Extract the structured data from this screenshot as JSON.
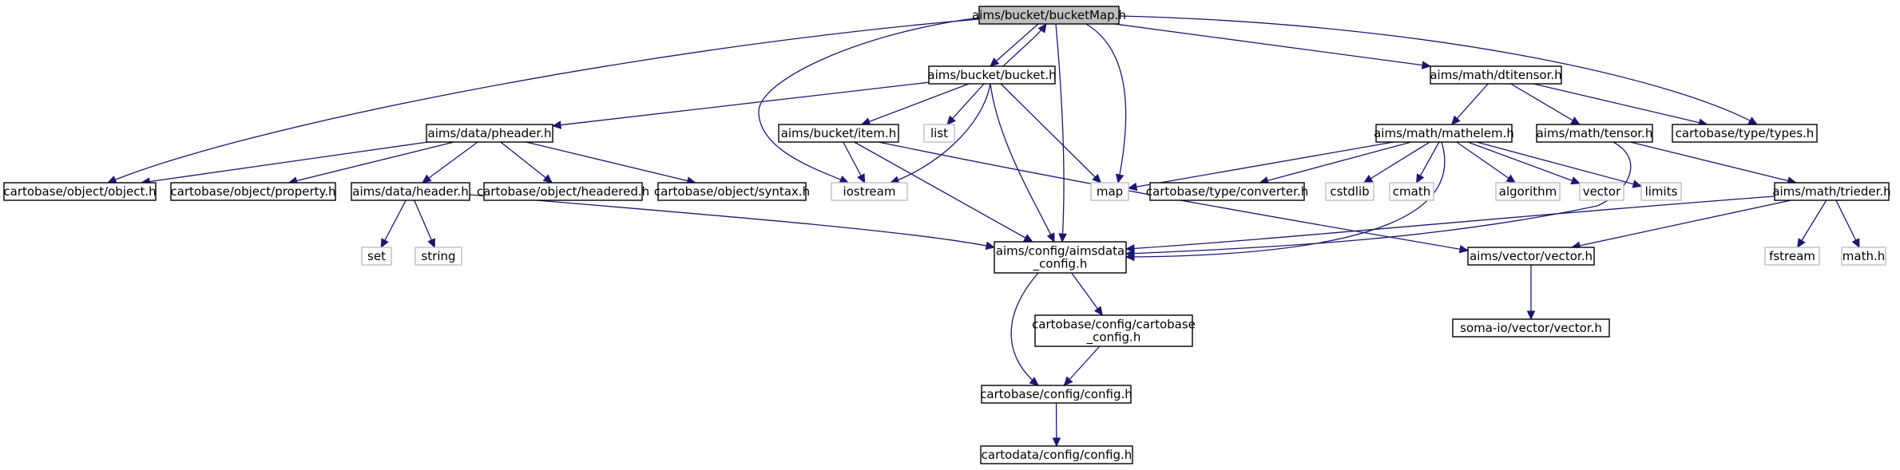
{
  "graph": {
    "colors": {
      "edge": "#191970",
      "node_border": "#000000",
      "external_border": "#bfbfbf",
      "root_fill": "#bfbfbf",
      "node_fill": "#ffffff"
    },
    "nodes": [
      {
        "id": "bucketMap",
        "lines": [
          "aims/bucket/bucketMap.h"
        ],
        "kind": "root"
      },
      {
        "id": "bucket",
        "lines": [
          "aims/bucket/bucket.h"
        ],
        "kind": "file"
      },
      {
        "id": "dtitensor",
        "lines": [
          "aims/math/dtitensor.h"
        ],
        "kind": "file"
      },
      {
        "id": "types",
        "lines": [
          "cartobase/type/types.h"
        ],
        "kind": "file"
      },
      {
        "id": "pheader",
        "lines": [
          "aims/data/pheader.h"
        ],
        "kind": "file"
      },
      {
        "id": "item",
        "lines": [
          "aims/bucket/item.h"
        ],
        "kind": "file"
      },
      {
        "id": "list",
        "lines": [
          "list"
        ],
        "kind": "external"
      },
      {
        "id": "mathelem",
        "lines": [
          "aims/math/mathelem.h"
        ],
        "kind": "file"
      },
      {
        "id": "tensor",
        "lines": [
          "aims/math/tensor.h"
        ],
        "kind": "file"
      },
      {
        "id": "object",
        "lines": [
          "cartobase/object/object.h"
        ],
        "kind": "file"
      },
      {
        "id": "property",
        "lines": [
          "cartobase/object/property.h"
        ],
        "kind": "file"
      },
      {
        "id": "header",
        "lines": [
          "aims/data/header.h"
        ],
        "kind": "file"
      },
      {
        "id": "headered",
        "lines": [
          "cartobase/object/headered.h"
        ],
        "kind": "file"
      },
      {
        "id": "syntax",
        "lines": [
          "cartobase/object/syntax.h"
        ],
        "kind": "file"
      },
      {
        "id": "iostream",
        "lines": [
          "iostream"
        ],
        "kind": "external"
      },
      {
        "id": "map",
        "lines": [
          "map"
        ],
        "kind": "external"
      },
      {
        "id": "converter",
        "lines": [
          "cartobase/type/converter.h"
        ],
        "kind": "file"
      },
      {
        "id": "cstdlib",
        "lines": [
          "cstdlib"
        ],
        "kind": "external"
      },
      {
        "id": "cmath",
        "lines": [
          "cmath"
        ],
        "kind": "external"
      },
      {
        "id": "algorithm",
        "lines": [
          "algorithm"
        ],
        "kind": "external"
      },
      {
        "id": "vector",
        "lines": [
          "vector"
        ],
        "kind": "external"
      },
      {
        "id": "limits",
        "lines": [
          "limits"
        ],
        "kind": "external"
      },
      {
        "id": "trieder",
        "lines": [
          "aims/math/trieder.h"
        ],
        "kind": "file"
      },
      {
        "id": "set",
        "lines": [
          "set"
        ],
        "kind": "external"
      },
      {
        "id": "string",
        "lines": [
          "string"
        ],
        "kind": "external"
      },
      {
        "id": "aimsdata_config",
        "lines": [
          "aims/config/aimsdata",
          "_config.h"
        ],
        "kind": "file"
      },
      {
        "id": "aimsvector",
        "lines": [
          "aims/vector/vector.h"
        ],
        "kind": "file"
      },
      {
        "id": "fstream",
        "lines": [
          "fstream"
        ],
        "kind": "external"
      },
      {
        "id": "math_h",
        "lines": [
          "math.h"
        ],
        "kind": "external"
      },
      {
        "id": "cartobase_config",
        "lines": [
          "cartobase/config/cartobase",
          "_config.h"
        ],
        "kind": "file"
      },
      {
        "id": "somaio_vector",
        "lines": [
          "soma-io/vector/vector.h"
        ],
        "kind": "file"
      },
      {
        "id": "cb_config",
        "lines": [
          "cartobase/config/config.h"
        ],
        "kind": "file"
      },
      {
        "id": "cd_config",
        "lines": [
          "cartodata/config/config.h"
        ],
        "kind": "file"
      }
    ],
    "edges": [
      {
        "from": "bucketMap",
        "to": "bucket"
      },
      {
        "from": "bucketMap",
        "to": "dtitensor"
      },
      {
        "from": "bucketMap",
        "to": "types"
      },
      {
        "from": "bucketMap",
        "to": "object"
      },
      {
        "from": "bucketMap",
        "to": "iostream"
      },
      {
        "from": "bucketMap",
        "to": "map"
      },
      {
        "from": "bucketMap",
        "to": "aimsdata_config"
      },
      {
        "from": "bucket",
        "to": "bucketMap"
      },
      {
        "from": "bucket",
        "to": "pheader"
      },
      {
        "from": "bucket",
        "to": "item"
      },
      {
        "from": "bucket",
        "to": "list"
      },
      {
        "from": "bucket",
        "to": "iostream"
      },
      {
        "from": "bucket",
        "to": "map"
      },
      {
        "from": "bucket",
        "to": "aimsdata_config"
      },
      {
        "from": "dtitensor",
        "to": "mathelem"
      },
      {
        "from": "dtitensor",
        "to": "tensor"
      },
      {
        "from": "dtitensor",
        "to": "types"
      },
      {
        "from": "pheader",
        "to": "object"
      },
      {
        "from": "pheader",
        "to": "property"
      },
      {
        "from": "pheader",
        "to": "header"
      },
      {
        "from": "pheader",
        "to": "headered"
      },
      {
        "from": "pheader",
        "to": "syntax"
      },
      {
        "from": "item",
        "to": "iostream"
      },
      {
        "from": "item",
        "to": "aimsdata_config"
      },
      {
        "from": "item",
        "to": "aimsvector"
      },
      {
        "from": "mathelem",
        "to": "map"
      },
      {
        "from": "mathelem",
        "to": "converter"
      },
      {
        "from": "mathelem",
        "to": "cstdlib"
      },
      {
        "from": "mathelem",
        "to": "cmath"
      },
      {
        "from": "mathelem",
        "to": "algorithm"
      },
      {
        "from": "mathelem",
        "to": "vector"
      },
      {
        "from": "mathelem",
        "to": "limits"
      },
      {
        "from": "mathelem",
        "to": "aimsdata_config"
      },
      {
        "from": "tensor",
        "to": "trieder"
      },
      {
        "from": "tensor",
        "to": "aimsdata_config"
      },
      {
        "from": "header",
        "to": "set"
      },
      {
        "from": "header",
        "to": "string"
      },
      {
        "from": "header",
        "to": "aimsdata_config"
      },
      {
        "from": "trieder",
        "to": "aimsdata_config"
      },
      {
        "from": "trieder",
        "to": "aimsvector"
      },
      {
        "from": "trieder",
        "to": "fstream"
      },
      {
        "from": "trieder",
        "to": "math_h"
      },
      {
        "from": "aimsdata_config",
        "to": "cartobase_config"
      },
      {
        "from": "aimsdata_config",
        "to": "cb_config"
      },
      {
        "from": "cartobase_config",
        "to": "cb_config"
      },
      {
        "from": "aimsvector",
        "to": "somaio_vector"
      },
      {
        "from": "cb_config",
        "to": "cd_config"
      }
    ]
  }
}
